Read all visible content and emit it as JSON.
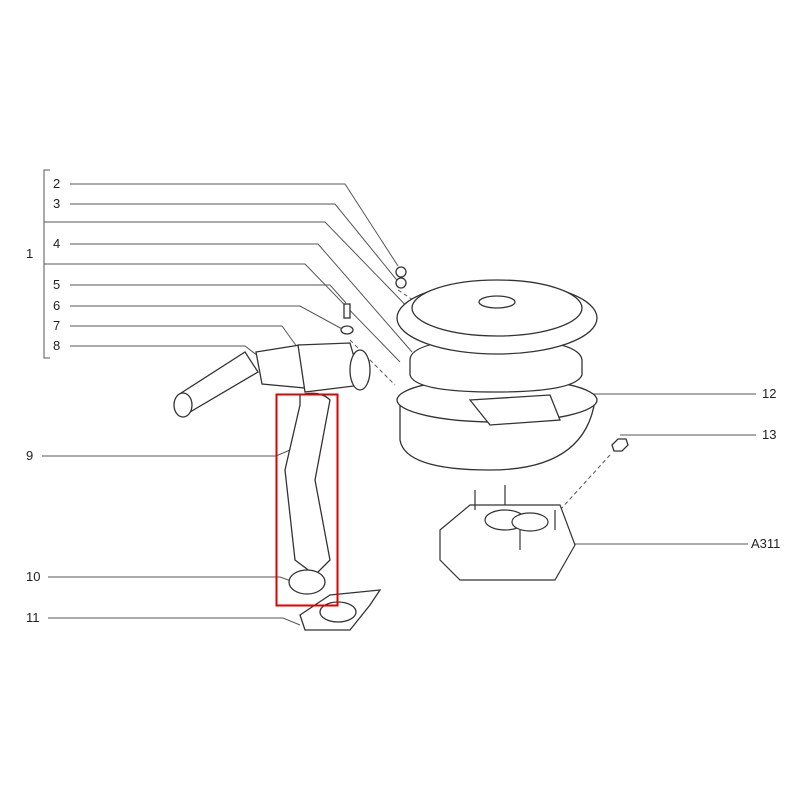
{
  "labels": {
    "l1": "1",
    "l2": "2",
    "l3": "3",
    "l4": "4",
    "l5": "5",
    "l6": "6",
    "l7": "7",
    "l8": "8",
    "l9": "9",
    "l10": "10",
    "l11": "11",
    "l12": "12",
    "l13": "13",
    "a311": "A311"
  },
  "highlight_color": "#e00000"
}
